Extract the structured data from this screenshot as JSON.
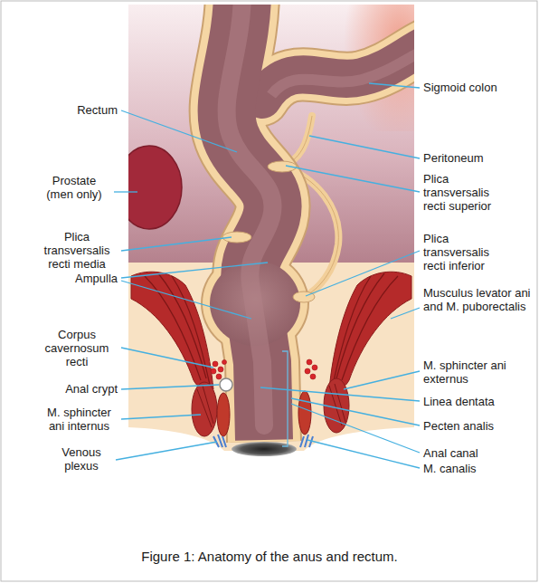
{
  "diagram": {
    "caption": "Figure 1: Anatomy of the anus and rectum.",
    "labels": [
      "Sigmoid colon",
      "Rectum",
      "Peritoneum",
      "Prostate (men only)",
      "Plica transversalis recti superior",
      "Plica transversalis recti media",
      "Plica transversalis recti inferior",
      "Ampulla",
      "Musculus levator ani and M. puborectalis",
      "Corpus cavernosum recti",
      "Anal crypt",
      "M. sphincter ani internus",
      "Venous plexus",
      "M. sphincter ani externus",
      "Linea dentata",
      "Pecten analis",
      "Anal canal",
      "M. canalis"
    ]
  }
}
